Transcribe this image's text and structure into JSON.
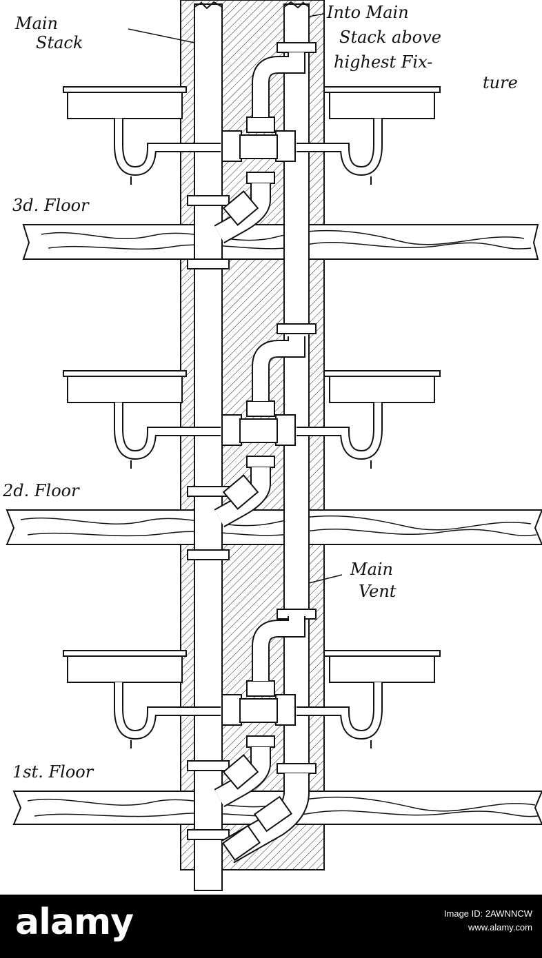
{
  "labels": {
    "main_stack": [
      "Main",
      "Stack"
    ],
    "into_main_stack": [
      "Into Main",
      "Stack above",
      "highest Fix-",
      "ture"
    ],
    "main_vent": [
      "Main",
      "Vent"
    ],
    "floor_3": "3d. Floor",
    "floor_2": "2d. Floor",
    "floor_1": "1st. Floor"
  },
  "watermark": {
    "brand": "alamy",
    "image_id": "Image ID: 2AWNNCW",
    "site": "www.alamy.com"
  }
}
